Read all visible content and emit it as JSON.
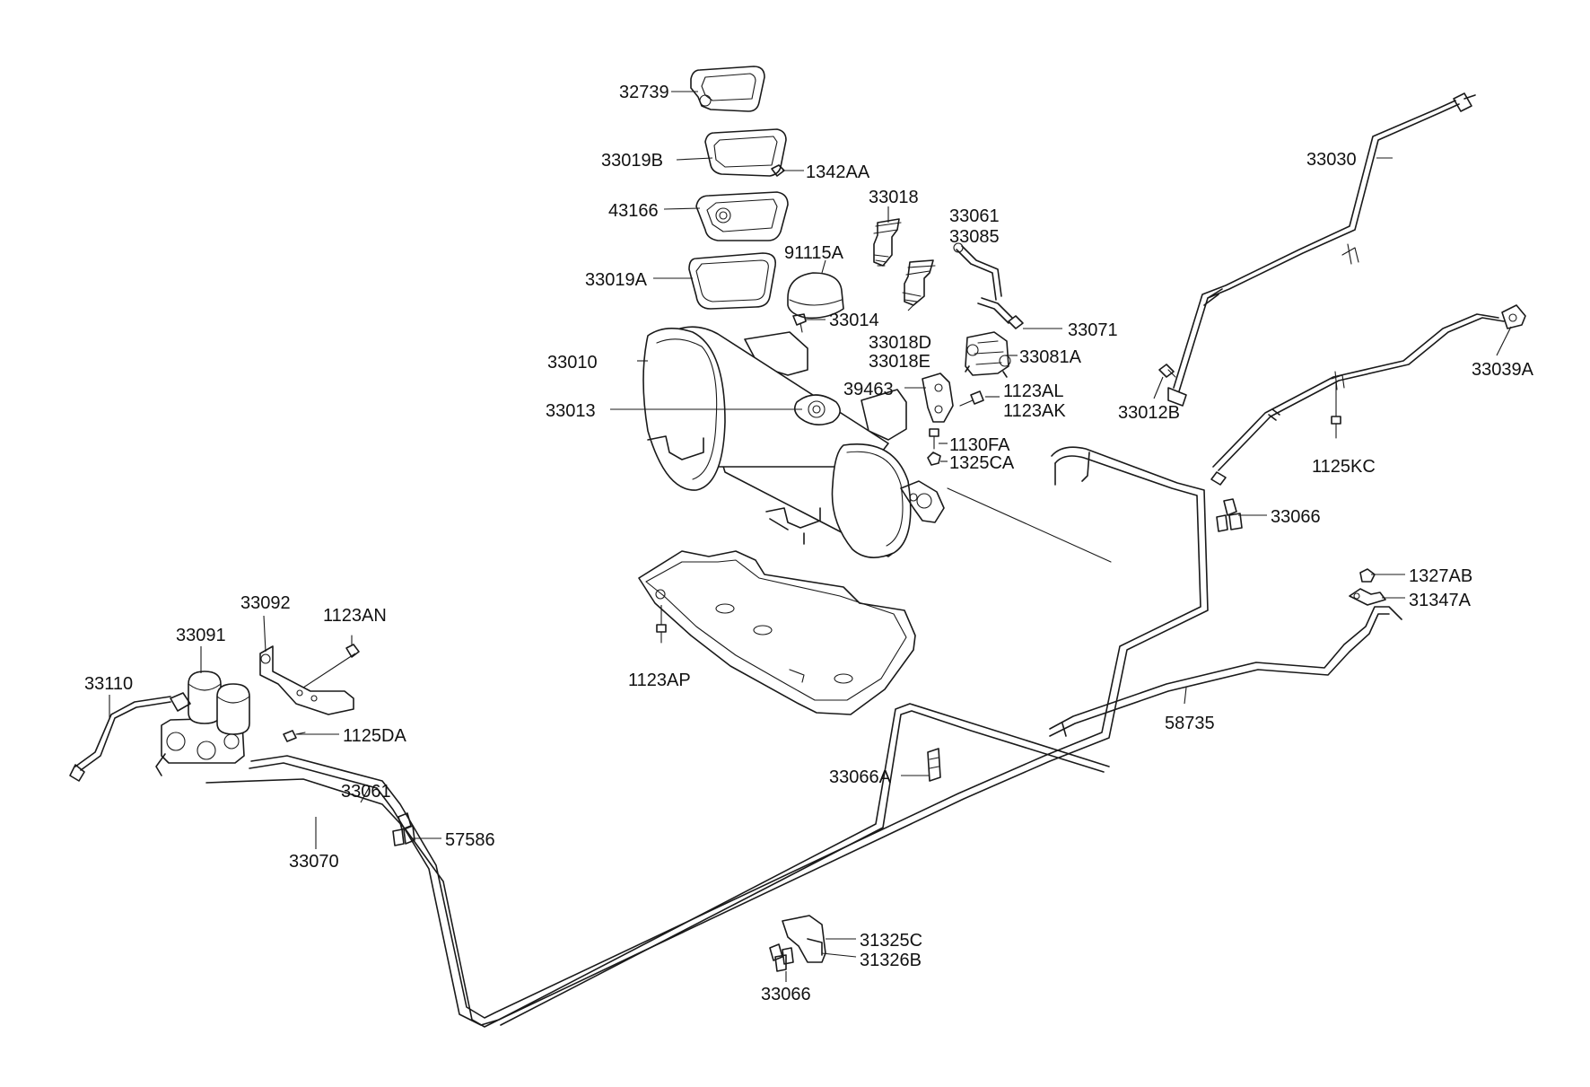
{
  "labels": [
    {
      "id": "l-32739",
      "text": "32739"
    },
    {
      "id": "l-33019b",
      "text": "33019B"
    },
    {
      "id": "l-1342aa",
      "text": "1342AA"
    },
    {
      "id": "l-43166",
      "text": "43166"
    },
    {
      "id": "l-33018",
      "text": "33018"
    },
    {
      "id": "l-33061a",
      "text": "33061"
    },
    {
      "id": "l-33085",
      "text": "33085"
    },
    {
      "id": "l-91115a",
      "text": "91115A"
    },
    {
      "id": "l-33019a",
      "text": "33019A"
    },
    {
      "id": "l-33014",
      "text": "33014"
    },
    {
      "id": "l-33071",
      "text": "33071"
    },
    {
      "id": "l-33018d",
      "text": "33018D"
    },
    {
      "id": "l-33018e",
      "text": "33018E"
    },
    {
      "id": "l-33081a",
      "text": "33081A"
    },
    {
      "id": "l-33010",
      "text": "33010"
    },
    {
      "id": "l-39463",
      "text": "39463"
    },
    {
      "id": "l-1123al",
      "text": "1123AL"
    },
    {
      "id": "l-1123ak",
      "text": "1123AK"
    },
    {
      "id": "l-33013",
      "text": "33013"
    },
    {
      "id": "l-1130fa",
      "text": "1130FA"
    },
    {
      "id": "l-1325ca",
      "text": "1325CA"
    },
    {
      "id": "l-33030",
      "text": "33030"
    },
    {
      "id": "l-33012b",
      "text": "33012B"
    },
    {
      "id": "l-33039a",
      "text": "33039A"
    },
    {
      "id": "l-1125kc",
      "text": "1125KC"
    },
    {
      "id": "l-33066a",
      "text": "33066"
    },
    {
      "id": "l-1327ab",
      "text": "1327AB"
    },
    {
      "id": "l-31347a",
      "text": "31347A"
    },
    {
      "id": "l-33092",
      "text": "33092"
    },
    {
      "id": "l-1123an",
      "text": "1123AN"
    },
    {
      "id": "l-33091",
      "text": "33091"
    },
    {
      "id": "l-33110",
      "text": "33110"
    },
    {
      "id": "l-1123ap",
      "text": "1123AP"
    },
    {
      "id": "l-1125da",
      "text": "1125DA"
    },
    {
      "id": "l-58735",
      "text": "58735"
    },
    {
      "id": "l-33066b",
      "text": "33066A"
    },
    {
      "id": "l-33061b",
      "text": "33061"
    },
    {
      "id": "l-57586",
      "text": "57586"
    },
    {
      "id": "l-33070",
      "text": "33070"
    },
    {
      "id": "l-31325c",
      "text": "31325C"
    },
    {
      "id": "l-31326b",
      "text": "31326B"
    },
    {
      "id": "l-33066c",
      "text": "33066"
    }
  ]
}
